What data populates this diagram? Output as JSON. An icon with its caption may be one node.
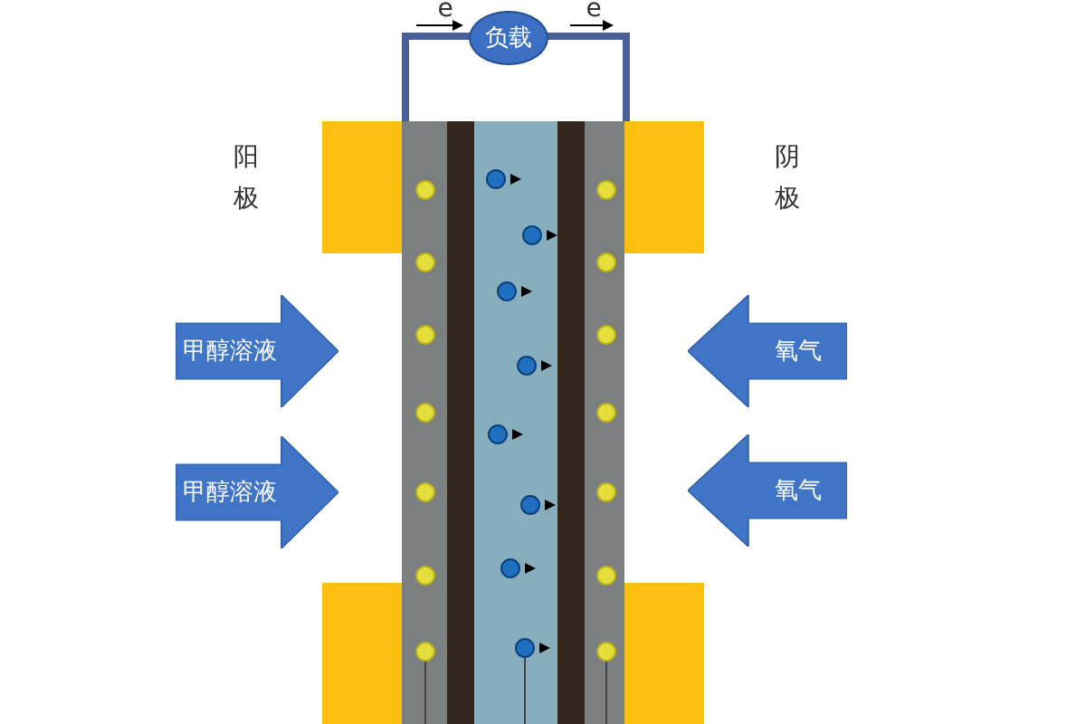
{
  "diagram": {
    "nodes": [
      {
        "text": [
          "负载"
        ]
      },
      {
        "text": [
          "甲醇溶液"
        ]
      },
      {
        "text": [
          "甲醇溶液"
        ]
      },
      {
        "text": [
          "氧气"
        ]
      },
      {
        "text": [
          "氧气"
        ]
      }
    ],
    "labels": [
      "e",
      "e",
      "阳极",
      "阴极"
    ]
  }
}
